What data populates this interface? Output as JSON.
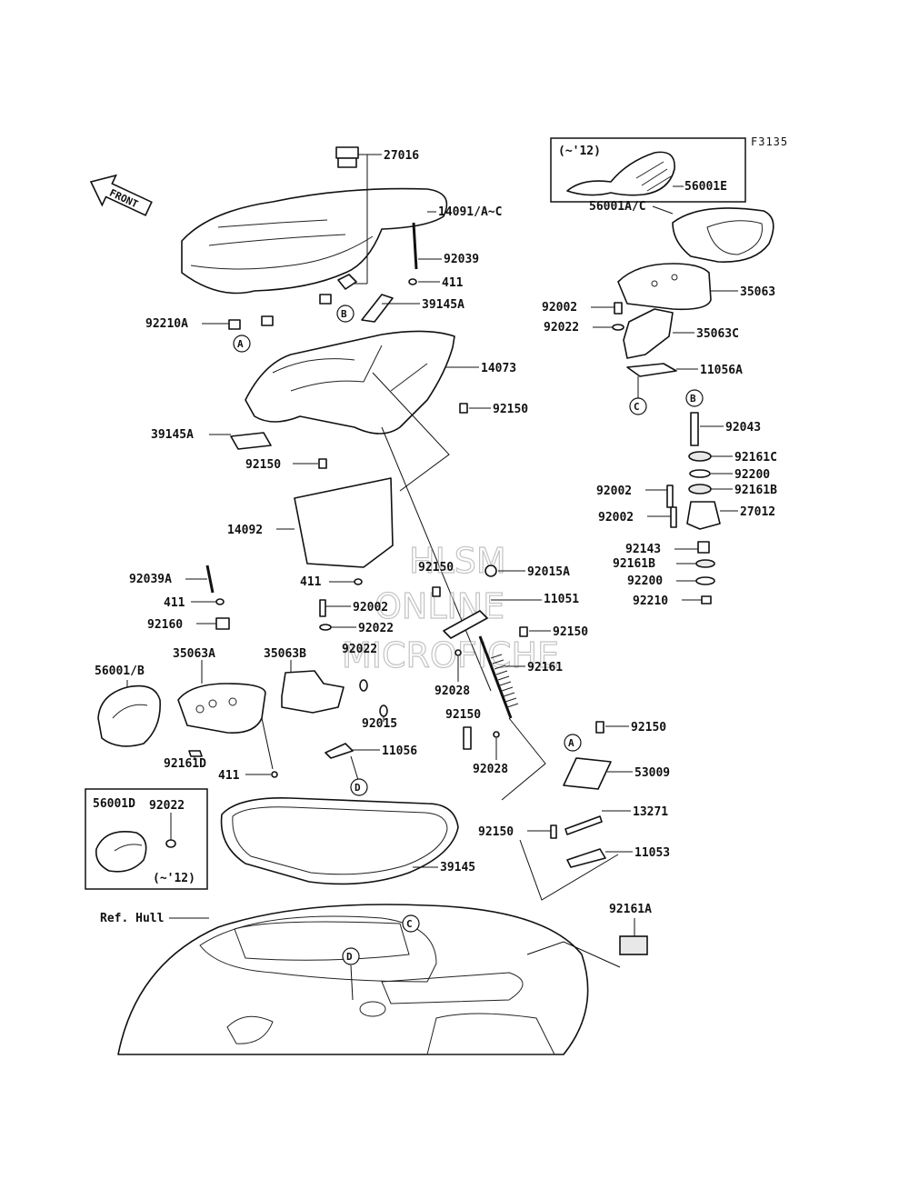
{
  "figure_code": "F3135",
  "front_label": "FRONT",
  "watermark": [
    "HLSM",
    "ONLINE",
    "MICROFICHE"
  ],
  "inset_top": {
    "note": "(~'12)",
    "part": "56001E"
  },
  "inset_bottom": {
    "note": "(~'12)",
    "parts": [
      "56001D",
      "92022"
    ]
  },
  "ref_hull": "Ref. Hull",
  "callouts": [
    "A",
    "B",
    "C",
    "D"
  ],
  "labels": {
    "p27016": "27016",
    "p14091": "14091/A~C",
    "p92039": "92039",
    "p411a": "411",
    "p39145A_top": "39145A",
    "p92210A": "92210A",
    "p14073": "14073",
    "p92150_a": "92150",
    "p39145A_left": "39145A",
    "p92150_b": "92150",
    "p56001AC": "56001A/C",
    "p35063": "35063",
    "p92002_a": "92002",
    "p92022_a": "92022",
    "p35063C": "35063C",
    "p11056A": "11056A",
    "p92043": "92043",
    "p92161C": "92161C",
    "p92200_a": "92200",
    "p92161B_a": "92161B",
    "p92002_b": "92002",
    "p27012": "27012",
    "p92002_c": "92002",
    "p92143": "92143",
    "p92161B_b": "92161B",
    "p92200_b": "92200",
    "p92210": "92210",
    "p14092": "14092",
    "p411b": "411",
    "p92150_c": "92150",
    "p92015A": "92015A",
    "p11051": "11051",
    "p92039A": "92039A",
    "p411c": "411",
    "p92002_d": "92002",
    "p92160": "92160",
    "p92022_b": "92022",
    "p92150_d": "92150",
    "p92022_c": "92022",
    "p56001B": "56001/B",
    "p35063A": "35063A",
    "p35063B": "35063B",
    "p92161": "92161",
    "p92028_a": "92028",
    "p92015": "92015",
    "p92150_e": "92150",
    "p92161D": "92161D",
    "p11056": "11056",
    "p92028_b": "92028",
    "p411d": "411",
    "p92150_f": "92150",
    "p53009": "53009",
    "p13271": "13271",
    "p92150_g": "92150",
    "p11053": "11053",
    "p39145": "39145",
    "p92161A": "92161A"
  }
}
